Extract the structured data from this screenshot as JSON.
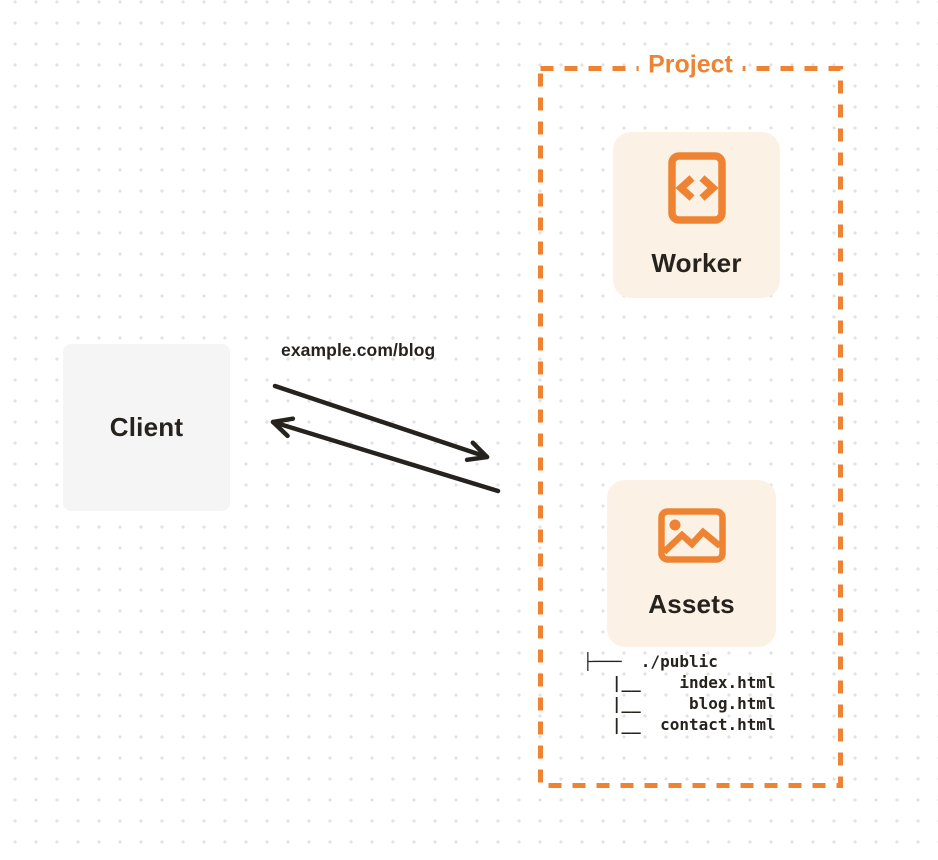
{
  "colors": {
    "accent_orange": "#ee8433",
    "card_cream": "#fbf2e5",
    "client_gray": "#f5f5f6",
    "ink": "#26221e",
    "grid_dot": "#e2e1e3"
  },
  "client": {
    "label": "Client"
  },
  "request": {
    "url_label": "example.com/blog"
  },
  "project": {
    "label": "Project",
    "worker": {
      "label": "Worker",
      "icon": "code-file-icon"
    },
    "assets": {
      "label": "Assets",
      "icon": "image-icon",
      "file_tree": [
        "├───  ./public",
        "   |__    index.html",
        "   |__     blog.html",
        "   |__  contact.html"
      ]
    }
  }
}
